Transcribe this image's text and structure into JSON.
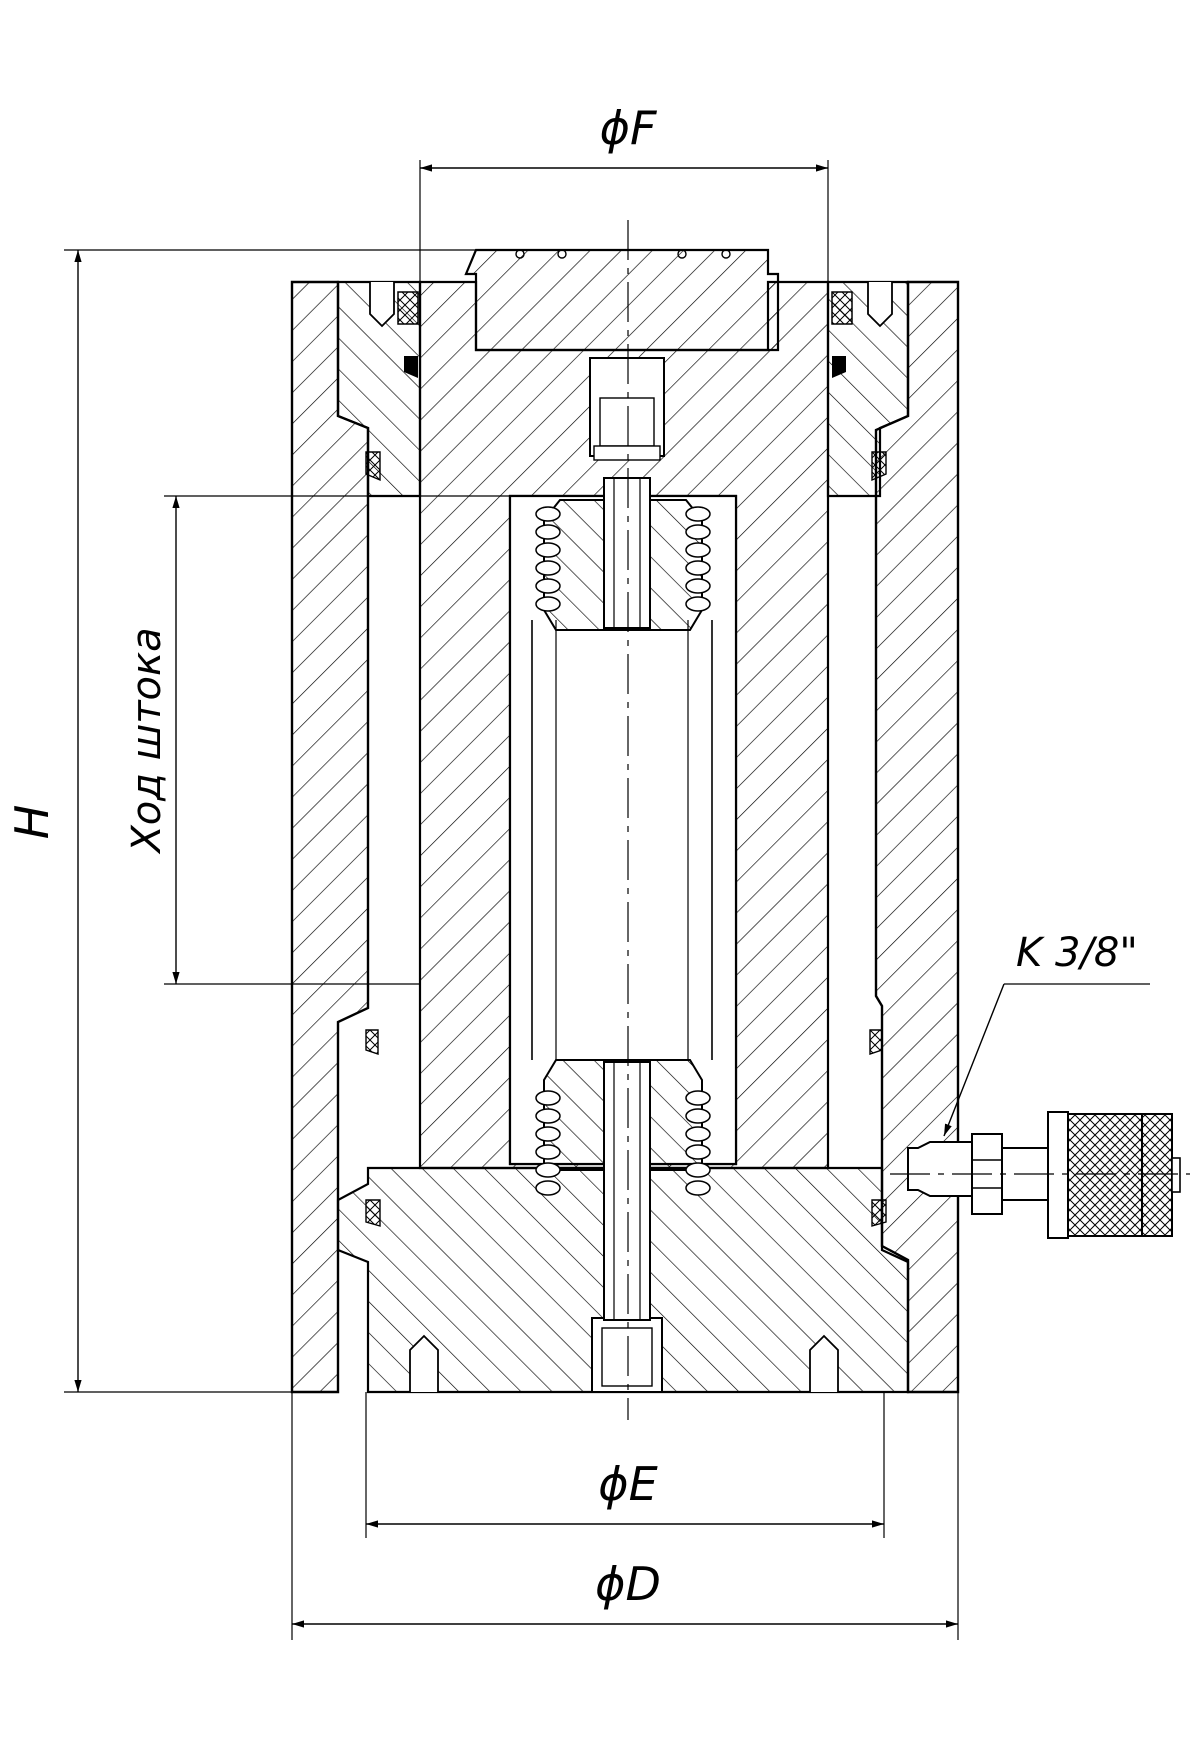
{
  "labels": {
    "dim_f": "ϕF",
    "dim_e": "ϕE",
    "dim_d": "ϕD",
    "dim_h": "H",
    "stroke": "Ход штока",
    "port": "K 3/8\""
  },
  "colors": {
    "line": "#000000",
    "background": "#ffffff"
  }
}
